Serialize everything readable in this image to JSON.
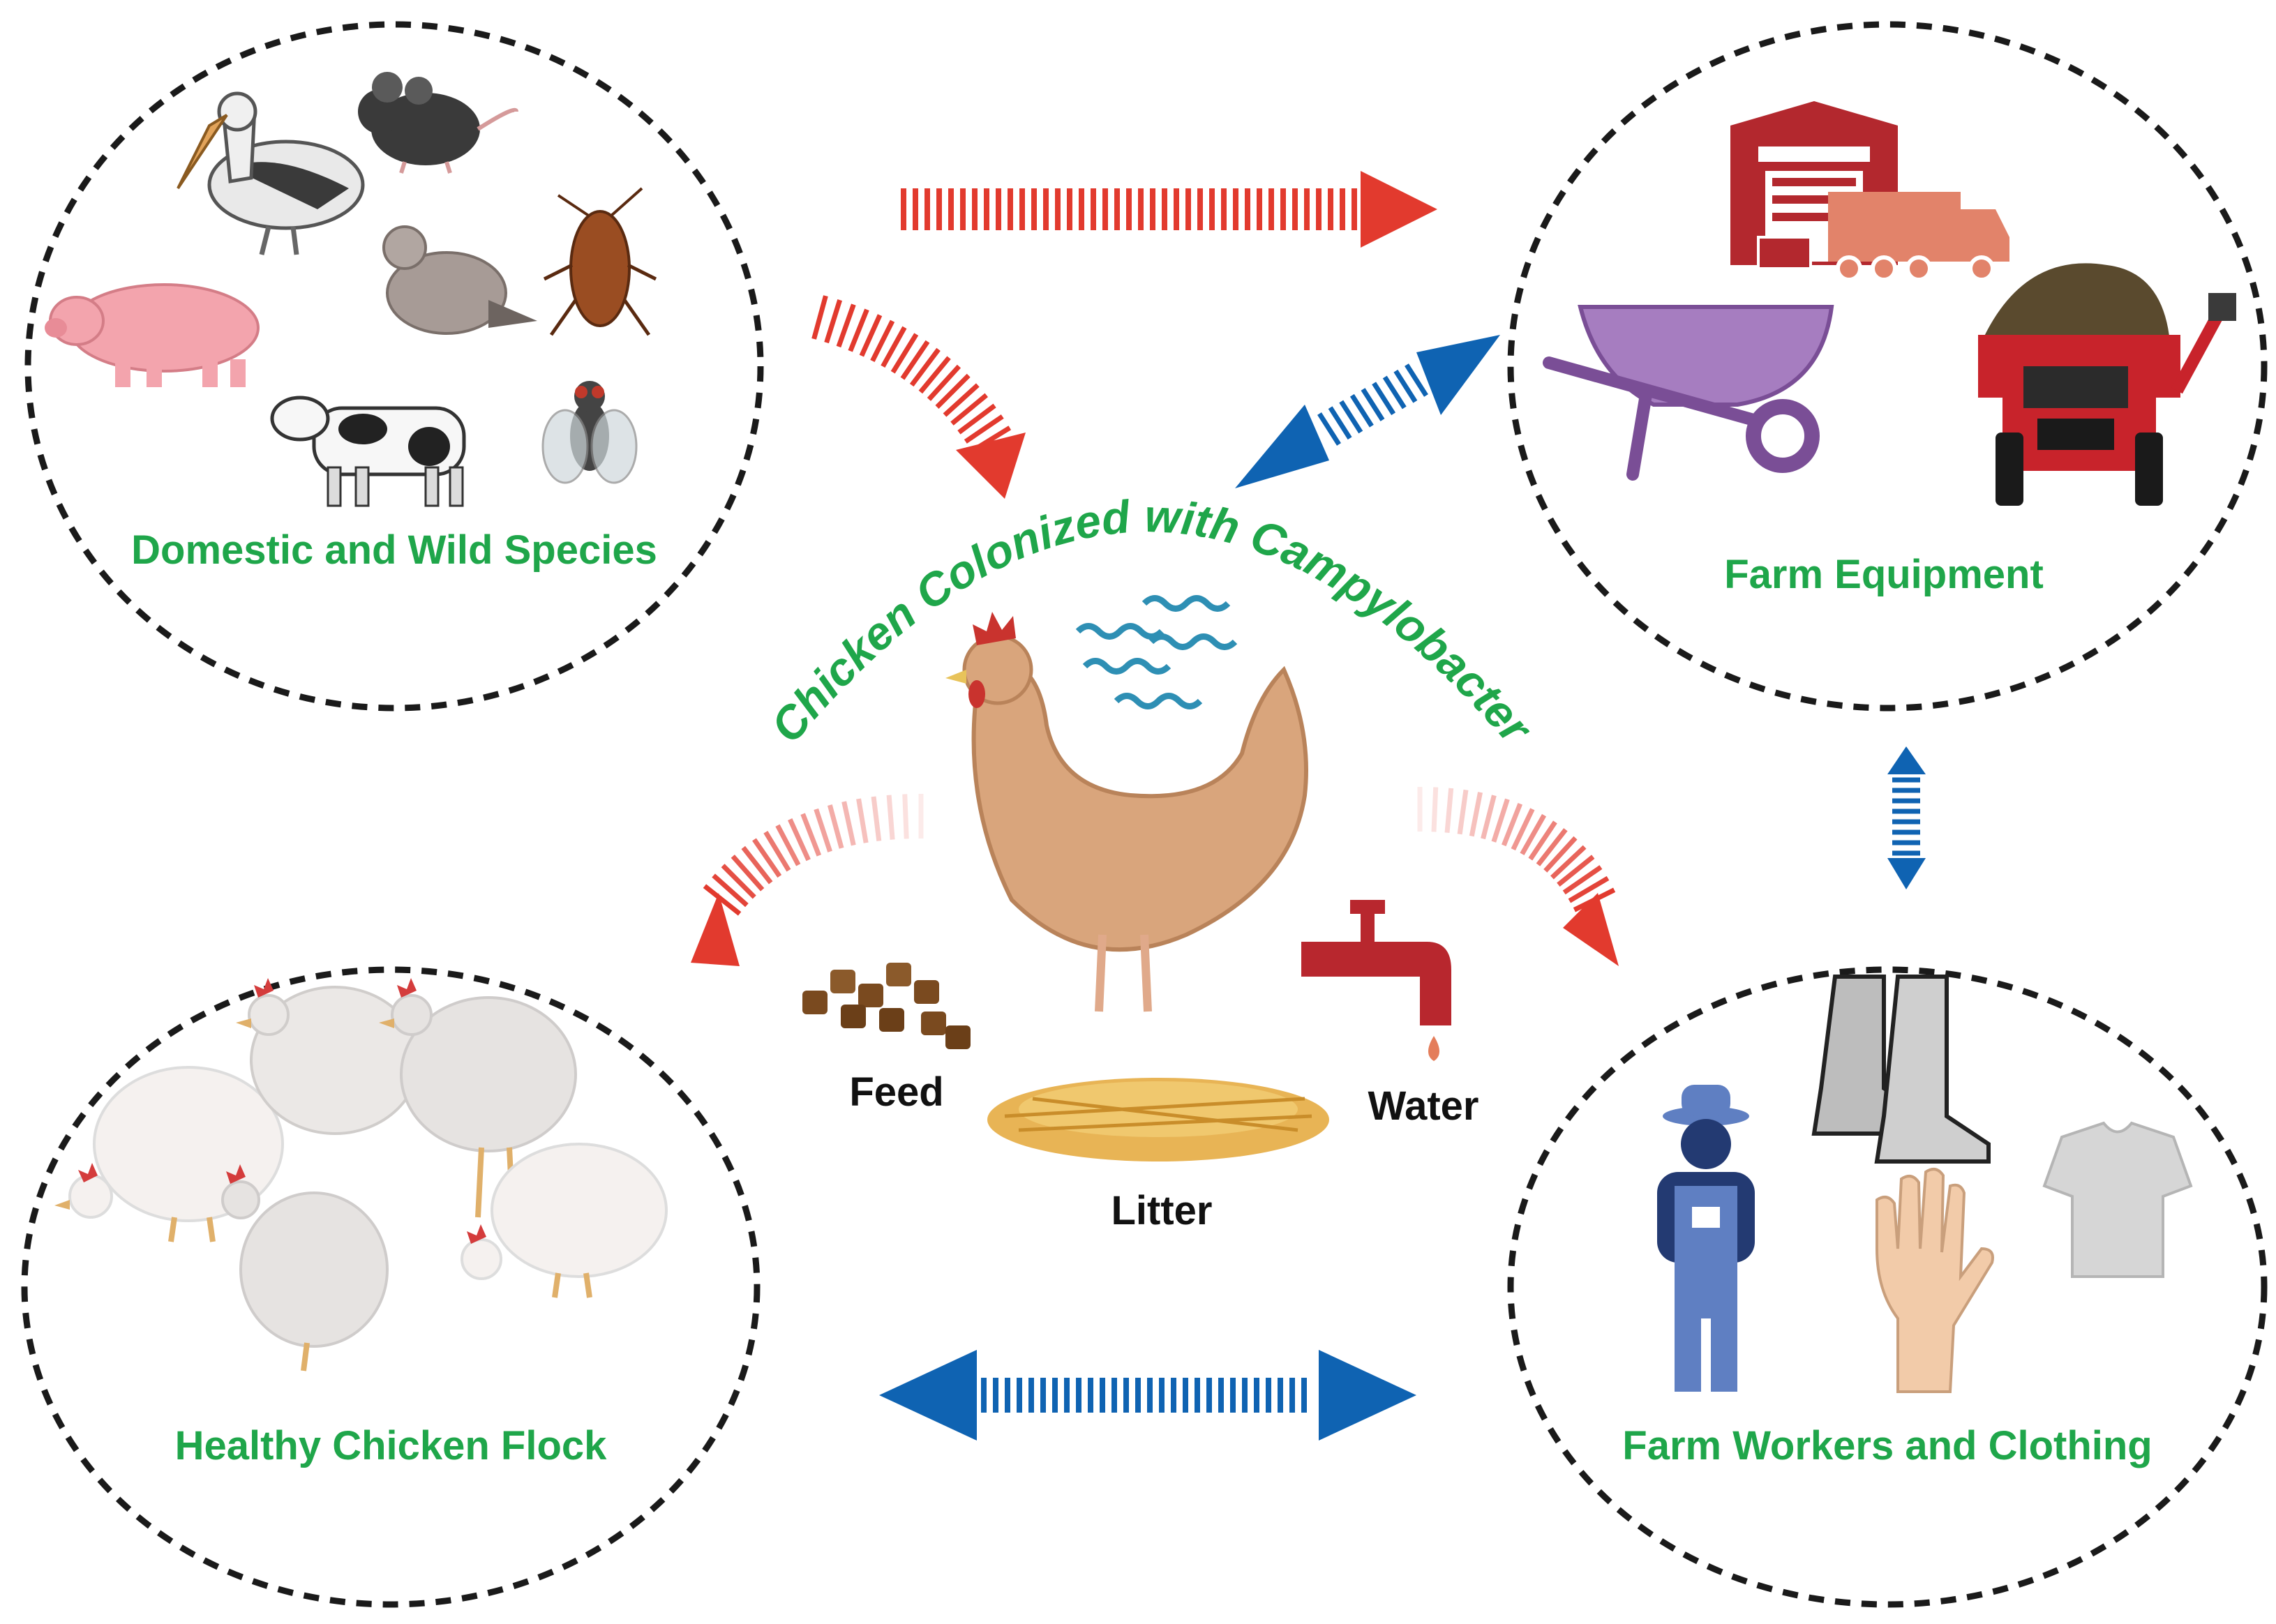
{
  "colors": {
    "label_green": "#1fa64a",
    "red_arrow": "#e23a2e",
    "blue_arrow": "#0f63b2",
    "dashed_border": "#1a1a1a",
    "text_black": "#111111"
  },
  "groups": {
    "domestic_wild": {
      "label": "Domestic and Wild Species",
      "icons": [
        "pelican-icon",
        "mouse-icon",
        "pig-icon",
        "dove-icon",
        "cockroach-icon",
        "cow-icon",
        "fly-icon"
      ]
    },
    "farm_equipment": {
      "label": "Farm Equipment",
      "icons": [
        "barn-icon",
        "truck-icon",
        "wheelbarrow-icon",
        "manure-spreader-tractor-icon"
      ]
    },
    "healthy_flock": {
      "label": "Healthy Chicken Flock",
      "icons": [
        "white-hen-icon"
      ]
    },
    "farm_workers": {
      "label": "Farm Workers and Clothing",
      "icons": [
        "farmer-icon",
        "boots-icon",
        "hand-icon",
        "tshirt-icon"
      ]
    }
  },
  "center": {
    "title": "Chicken Colonized with Campylobacter",
    "icons": [
      "hen-icon",
      "campylobacter-bacteria-icon"
    ],
    "items": {
      "feed": "Feed",
      "litter": "Litter",
      "water": "Water"
    }
  }
}
